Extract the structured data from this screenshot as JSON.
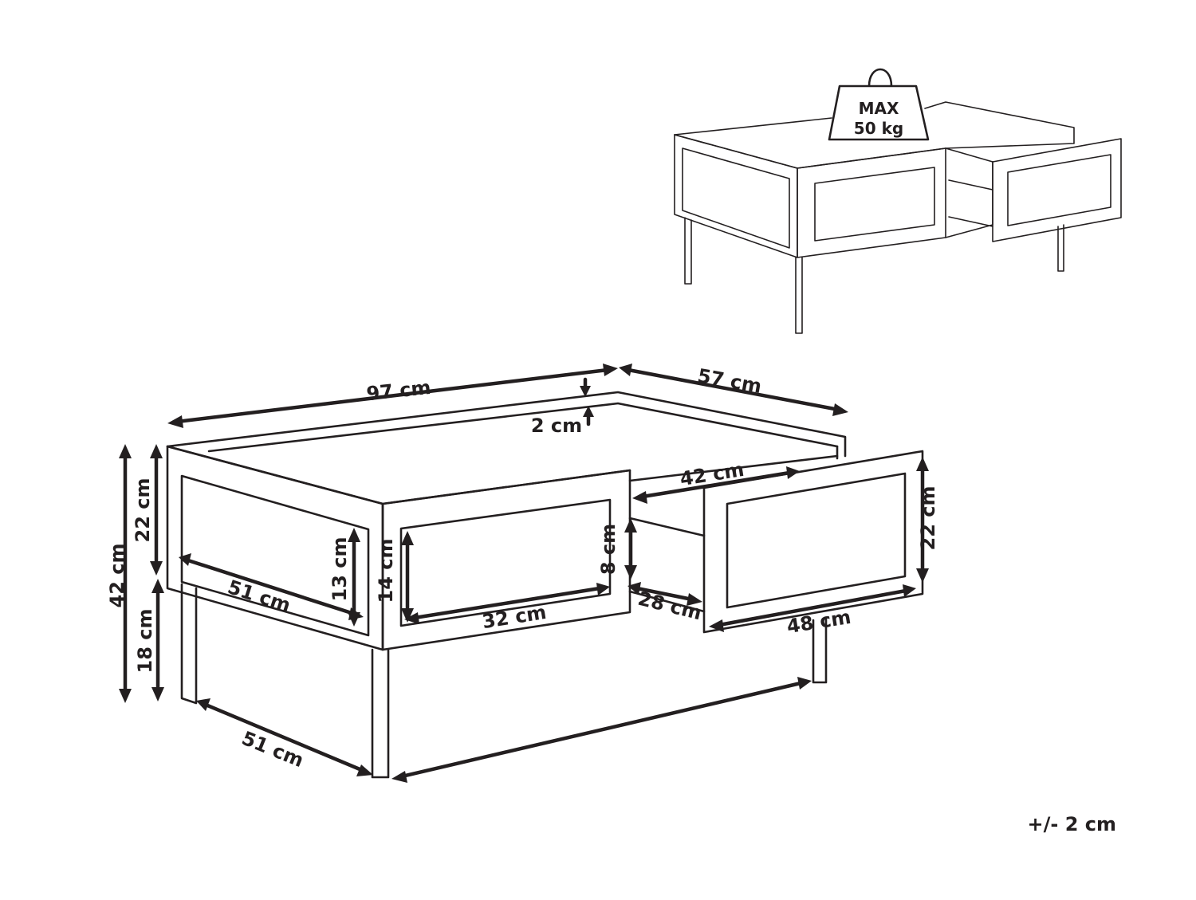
{
  "weight_badge": {
    "line1": "MAX",
    "line2": "50 kg",
    "icon": "weight-icon"
  },
  "dimensions": {
    "length": "97 cm",
    "depth": "57 cm",
    "rim": "2 cm",
    "total_height": "42 cm",
    "body_height": "22 cm",
    "leg_height": "18 cm",
    "panel_width_side": "51 cm",
    "panel_height_side": "13 cm",
    "panel_height_front": "14 cm",
    "panel_width_front": "32 cm",
    "drawer_width": "42 cm",
    "drawer_inner_height": "8 cm",
    "drawer_depth": "28 cm",
    "drawer_front_height": "22 cm",
    "drawer_front_width": "48 cm",
    "base_depth": "51 cm"
  },
  "tolerance": "+/- 2 cm",
  "colors": {
    "line": "#231f20",
    "background": "#ffffff"
  }
}
